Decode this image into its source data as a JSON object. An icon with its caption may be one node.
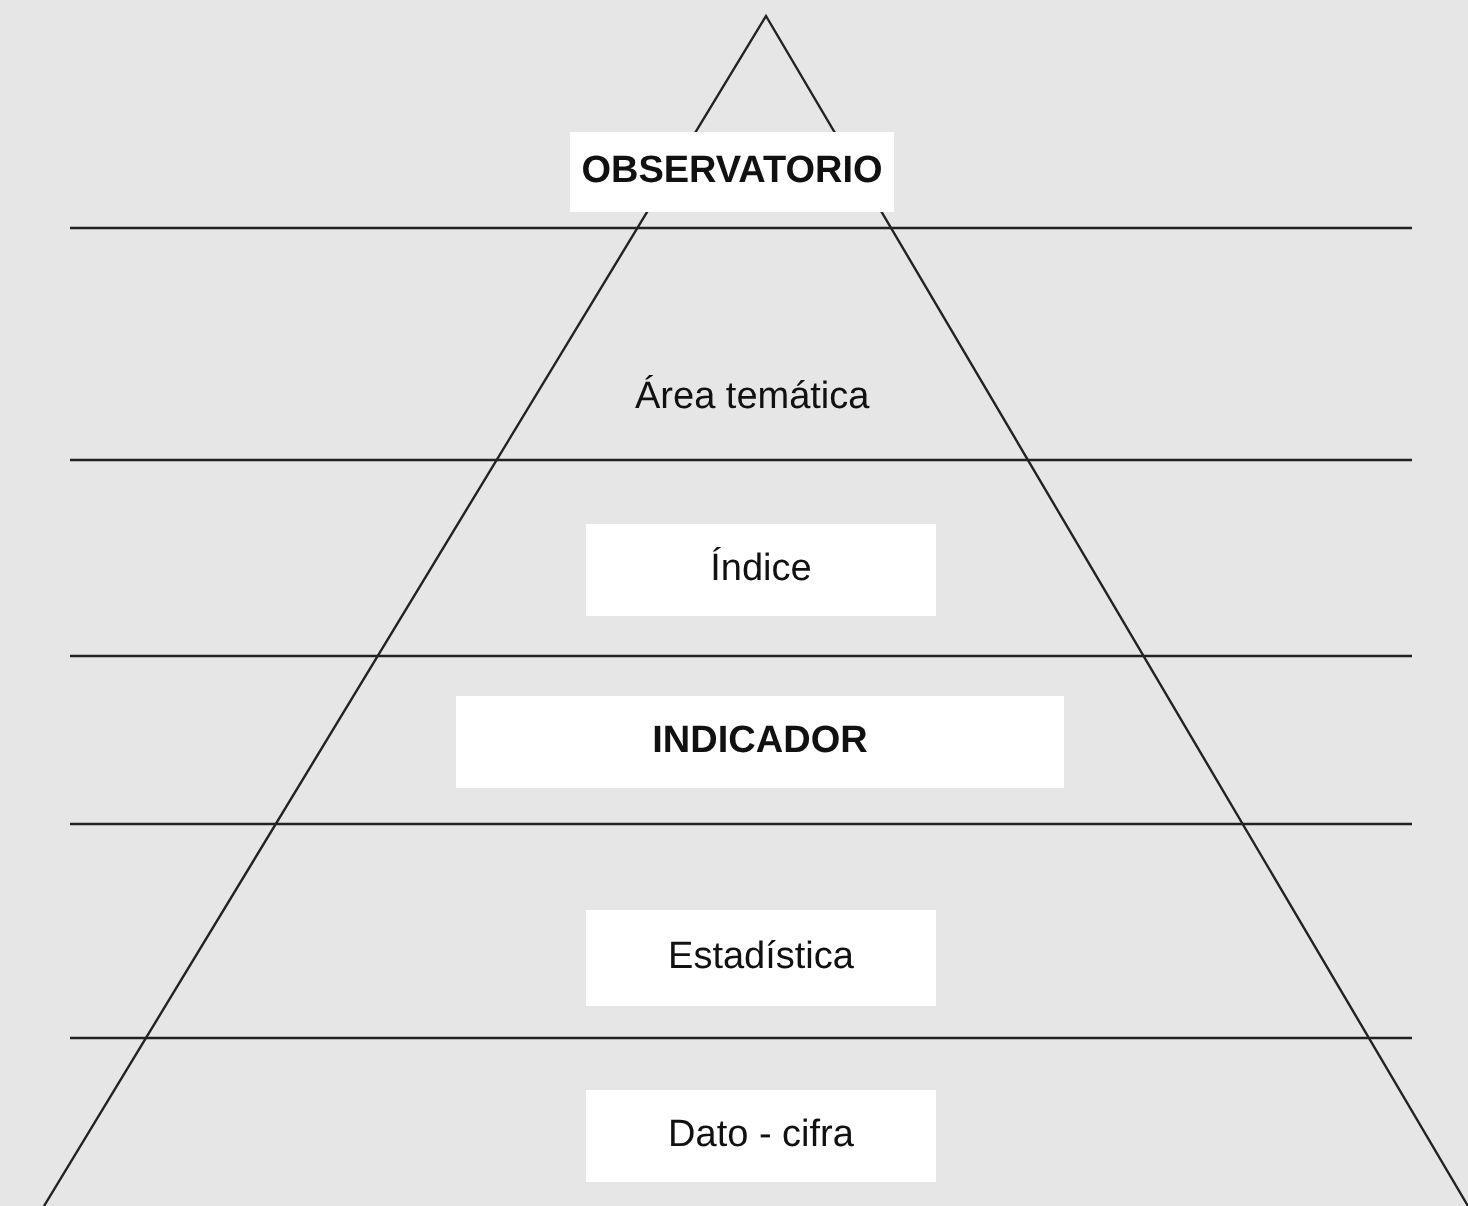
{
  "diagram": {
    "nodes": [
      {
        "text": [
          "OBSERVATORIO"
        ]
      },
      {
        "text": [
          "Índice"
        ]
      },
      {
        "text": [
          "INDICADOR"
        ]
      },
      {
        "text": [
          "Estadística"
        ]
      },
      {
        "text": [
          "Dato - cifra"
        ]
      }
    ],
    "labels": [
      "Área temática"
    ]
  }
}
